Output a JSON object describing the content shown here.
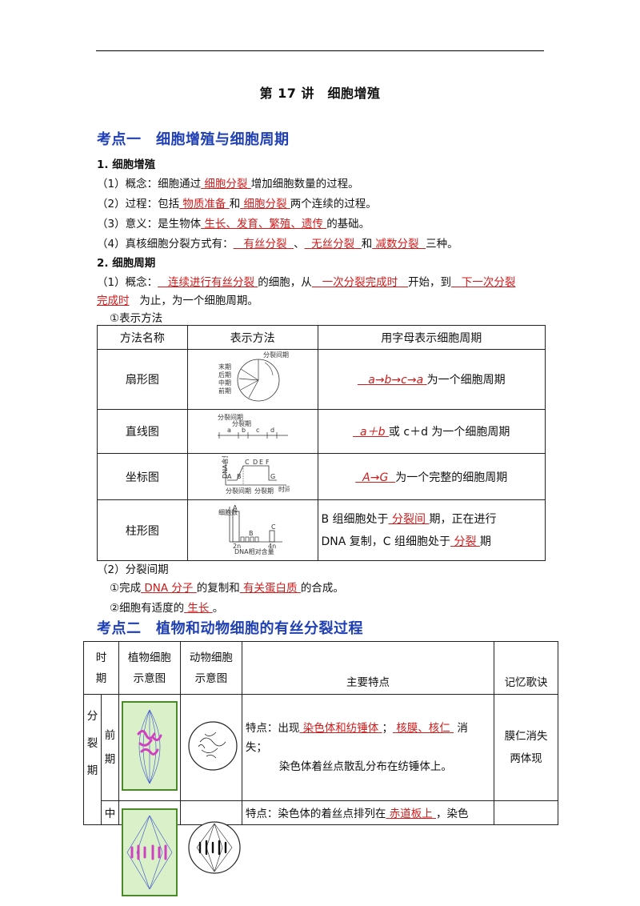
{
  "doc_title": "第 17 讲　细胞增殖",
  "section1": {
    "heading": "考点一　细胞增殖与细胞周期",
    "sub1": "1. 细胞增殖",
    "concept": {
      "pre": "（1）概念：细胞通过",
      "a1": "细胞分裂",
      "post": "增加细胞数量的过程。"
    },
    "process": {
      "pre": "（2）过程：包括",
      "a1": "物质准备",
      "mid": "和",
      "a2": "细胞分裂",
      "post": "两个连续的过程。"
    },
    "meaning": {
      "pre": "（3）意义：是生物体",
      "a1": "生长、发育、繁殖、遗传",
      "post": "的基础。"
    },
    "modes": {
      "pre": "（4）真核细胞分裂方式有：",
      "a1": "有丝分裂",
      "sep1": "、",
      "a2": "无丝分裂",
      "mid": "和",
      "a3": "减数分裂",
      "post": "三种。"
    },
    "sub2": "2. 细胞周期",
    "cycle_def": {
      "pre": "（1）概念：",
      "a1": "连续进行有丝分裂",
      "mid1": "的细胞，从",
      "a2": "一次分裂完成时",
      "mid2": "开始，到",
      "a3a": "下一次分裂",
      "a3b": "完成时",
      "post": "为止，为一个细胞周期。"
    },
    "methods_label": "①表示方法"
  },
  "table1": {
    "headers": [
      "方法名称",
      "表示方法",
      "用字母表示细胞周期"
    ],
    "rows": [
      {
        "name": "扇形图",
        "a1": "a→b→c→a",
        "post": "为一个细胞周期"
      },
      {
        "name": "直线图",
        "a1": "a＋b",
        "post": "或 c＋d 为一个细胞周期"
      },
      {
        "name": "坐标图",
        "a1": "A→G",
        "post": "为一个完整的细胞周期"
      },
      {
        "name": "柱形图",
        "l1pre": "B 组细胞处于",
        "a1": "分裂间",
        "l1post": "期，正在进行",
        "l2pre": "DNA 复制，C 组细胞处于",
        "a2": "分裂",
        "l2post": "期"
      }
    ],
    "fan_labels": [
      "分裂间期",
      "末期",
      "后期",
      "中期",
      "前期"
    ],
    "line_labels": [
      "分裂间期",
      "分裂期",
      "a",
      "b",
      "c",
      "d"
    ],
    "coord_labels": [
      "DNA含量",
      "分裂间期",
      "分裂期",
      "时间",
      "A",
      "B",
      "C",
      "D",
      "E",
      "F",
      "G"
    ],
    "bar_labels": [
      "细胞数",
      "2n",
      "4n",
      "DNA相对含量",
      "A",
      "B",
      "C"
    ]
  },
  "interphase": {
    "label": "（2）分裂间期",
    "l1": {
      "pre": "①完成",
      "a1": "DNA 分子",
      "mid": "的复制和",
      "a2": "有关蛋白质",
      "post": "的合成。"
    },
    "l2": {
      "pre": "②细胞有适度的",
      "a1": "生长",
      "post": "。"
    }
  },
  "section2": {
    "heading": "考点二　植物和动物细胞的有丝分裂过程"
  },
  "table2": {
    "headers": {
      "period_a": "时",
      "period_b": "期",
      "plant_a": "植物细胞",
      "plant_b": "示意图",
      "animal_a": "动物细胞",
      "animal_b": "示意图",
      "features": "主要特点",
      "mnemonic": "记忆歌诀"
    },
    "phase_col": [
      "分",
      "裂",
      "期"
    ],
    "prophase": {
      "stage_a": "前",
      "stage_b": "期",
      "f_pre": "特点：出现",
      "a1": "染色体和纺锤体",
      "sep": "；",
      "a2": "核膜、核仁",
      "f_post": "消",
      "f_line2": "失；",
      "f_line3": "染色体着丝点散乱分布在纺锤体上。",
      "mnemonic_a": "膜仁消失",
      "mnemonic_b": "两体现"
    },
    "metaphase": {
      "stage_a": "中",
      "f_pre": "特点：染色体的着丝点排列在",
      "a1": "赤道板上",
      "f_post": "，染色"
    }
  }
}
